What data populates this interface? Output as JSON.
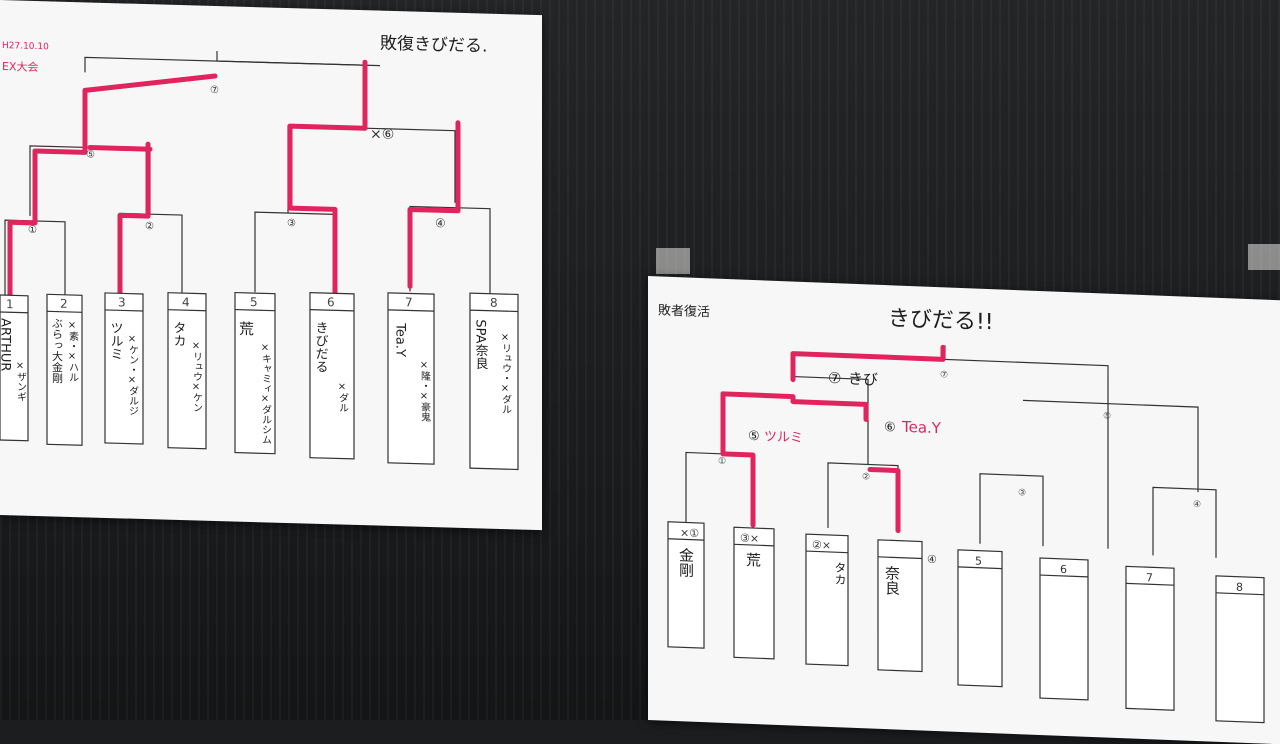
{
  "left_sheet": {
    "corner_note_1": "H27.10.10",
    "corner_note_2": "EX大会",
    "winner_note": "敗復きびだる.",
    "final_match_no": "⑦",
    "semi_left_no": "⑤",
    "semi_right_no": "×⑥",
    "r1_nos": [
      "①",
      "②",
      "③",
      "④"
    ],
    "slots": [
      {
        "num": "1",
        "name": "ARTHUR",
        "opponent": "×ザンギ"
      },
      {
        "num": "2",
        "name": "ぶらっ大金剛",
        "opponent": "×素・×ハル"
      },
      {
        "num": "3",
        "name": "ツルミ",
        "opponent": "×ケン・×ダルジ"
      },
      {
        "num": "4",
        "name": "タカ",
        "opponent": "×リュウ×ケン"
      },
      {
        "num": "5",
        "name": "荒",
        "opponent": "×キャミィ×ダルシム"
      },
      {
        "num": "6",
        "name": "きびだる",
        "opponent": "×ダル"
      },
      {
        "num": "7",
        "name": "Tea.Y",
        "opponent": "×隆・×豪鬼"
      },
      {
        "num": "8",
        "name": "SPA奈良",
        "opponent": "×リュウ・×ダル"
      }
    ]
  },
  "right_sheet": {
    "title": "敗者復活",
    "winner_note": "きびだる!!",
    "final_no": "⑦",
    "final_name": "きび",
    "semi_left_no": "⑤",
    "semi_left_name": "ツルミ",
    "semi_right_no": "⑥",
    "semi_right_name": "Tea.Y",
    "r1_marks": [
      "①",
      "②",
      "③",
      "④"
    ],
    "slots": [
      {
        "num": "×①",
        "name": "金剛"
      },
      {
        "num": "③×",
        "name": "荒"
      },
      {
        "num": "②×",
        "name": "タカ"
      },
      {
        "num": "④",
        "name": "奈良"
      },
      {
        "num": "5",
        "name": ""
      },
      {
        "num": "6",
        "name": ""
      },
      {
        "num": "7",
        "name": ""
      },
      {
        "num": "8",
        "name": ""
      }
    ]
  },
  "colors": {
    "wall": "#1b1d1f",
    "paper": "#f6f7f6",
    "ink": "#222222",
    "marker_red": "#e0245e"
  }
}
